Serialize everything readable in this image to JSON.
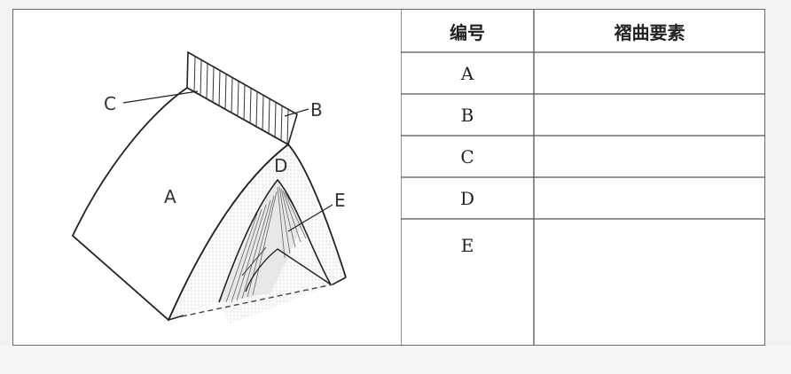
{
  "figure": {
    "labels": {
      "a": "A",
      "b": "B",
      "c": "C",
      "d": "D",
      "e": "E"
    }
  },
  "table": {
    "headers": {
      "id": "编号",
      "element": "褶曲要素"
    },
    "rows": [
      {
        "id": "A",
        "element": ""
      },
      {
        "id": "B",
        "element": ""
      },
      {
        "id": "C",
        "element": ""
      },
      {
        "id": "D",
        "element": ""
      },
      {
        "id": "E",
        "element": ""
      }
    ]
  }
}
